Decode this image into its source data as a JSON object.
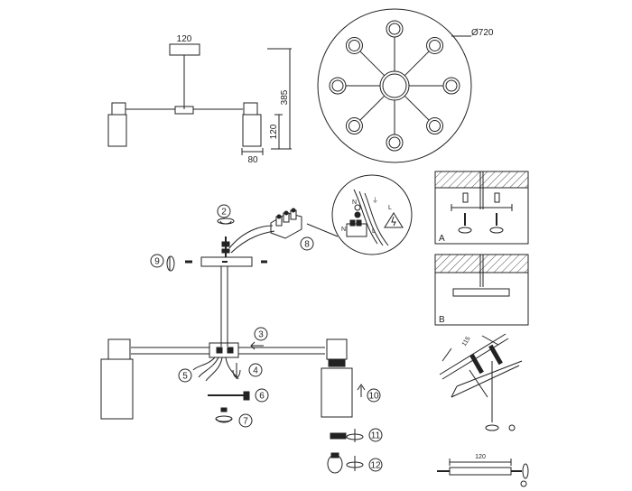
{
  "dimensions": {
    "canopy_width": "120",
    "total_height": "385",
    "shade_height": "120",
    "shade_width": "80",
    "span_diameter": "Ø720",
    "bracket_length": "115",
    "mount_plate_width": "120"
  },
  "panels": {
    "ceiling_a": "A",
    "ceiling_b": "B"
  },
  "wiring": {
    "neutral": "N",
    "earth": "⏚",
    "live": "L"
  },
  "steps": [
    "2",
    "3",
    "4",
    "5",
    "6",
    "7",
    "8",
    "9",
    "10",
    "11",
    "12"
  ],
  "colors": {
    "line": "#222222",
    "hatch": "#555555"
  }
}
